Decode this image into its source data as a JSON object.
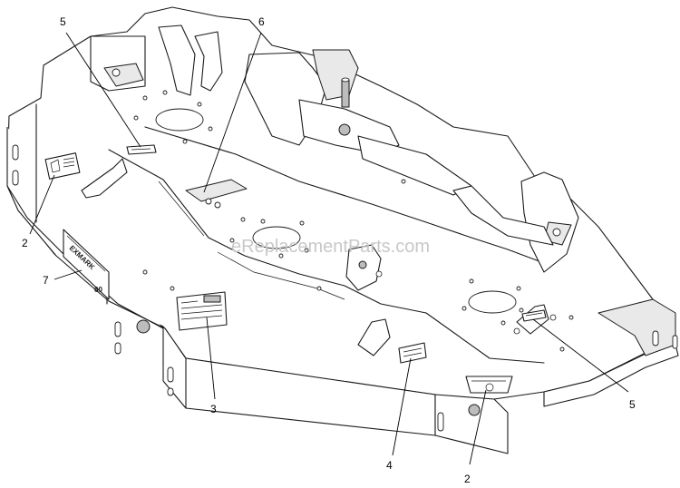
{
  "watermark": "eReplacementParts.com",
  "brand_plate": {
    "text": "EXMARK",
    "size": "60"
  },
  "callouts": [
    {
      "id": "c5a",
      "label": "5"
    },
    {
      "id": "c6",
      "label": "6"
    },
    {
      "id": "c2a",
      "label": "2"
    },
    {
      "id": "c7",
      "label": "7"
    },
    {
      "id": "c3",
      "label": "3"
    },
    {
      "id": "c4",
      "label": "4"
    },
    {
      "id": "c2b",
      "label": "2"
    },
    {
      "id": "c5b",
      "label": "5"
    }
  ]
}
